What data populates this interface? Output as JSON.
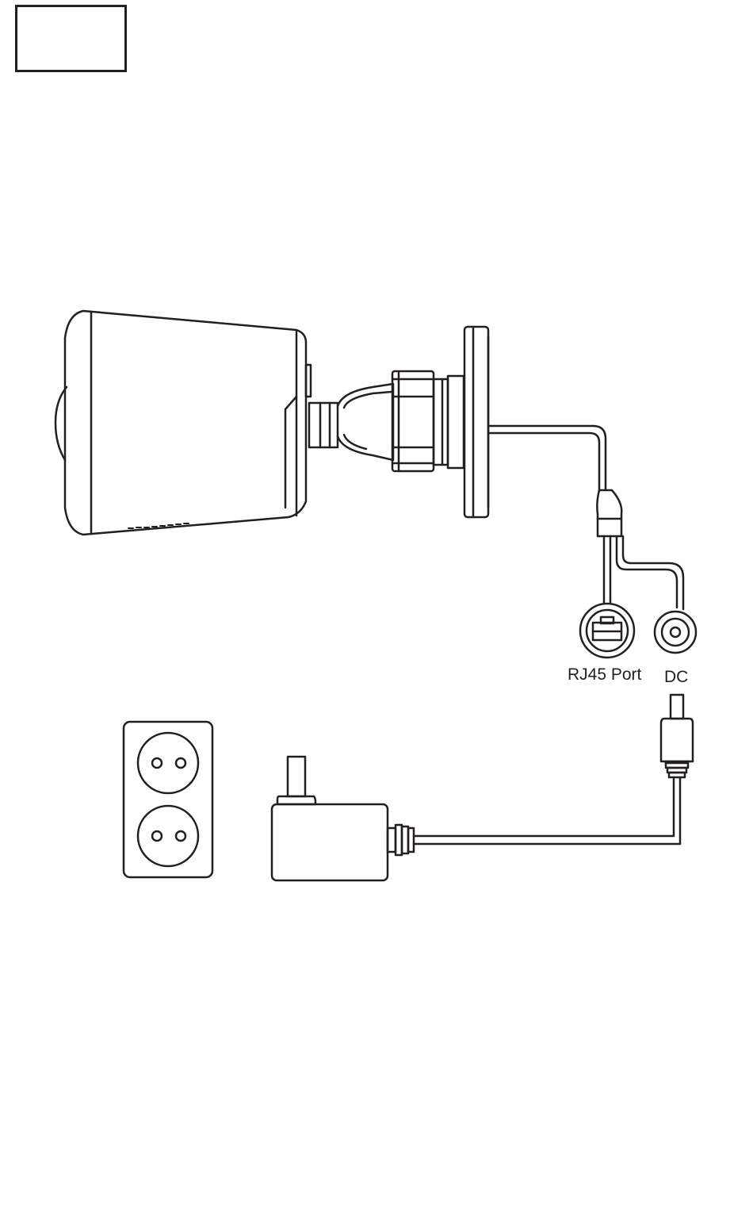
{
  "labels": {
    "rj45": "RJ45 Port",
    "dc": "DC"
  },
  "colors": {
    "line": "#231f20",
    "background": "#ffffff"
  },
  "components": [
    {
      "name": "corner-box",
      "icon": "blank-box"
    },
    {
      "name": "bullet-camera",
      "icon": "camera-icon"
    },
    {
      "name": "rj45-port-connector",
      "icon": "rj45-icon"
    },
    {
      "name": "dc-jack-connector",
      "icon": "dc-jack-icon"
    },
    {
      "name": "dc-plug",
      "icon": "plug-icon"
    },
    {
      "name": "power-adapter",
      "icon": "adapter-icon"
    },
    {
      "name": "wall-outlet",
      "icon": "socket-icon"
    }
  ]
}
